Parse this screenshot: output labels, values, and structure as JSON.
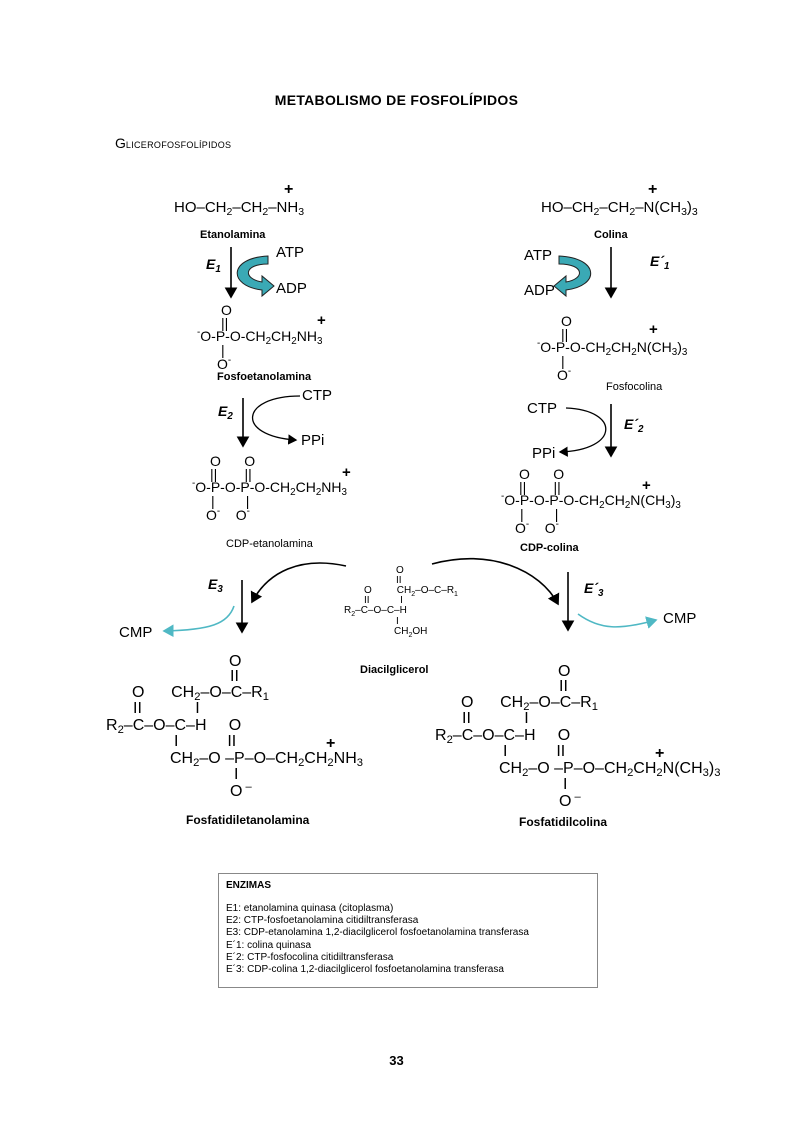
{
  "page_title": "METABOLISMO DE FOSFOLÍPIDOS",
  "section": {
    "initial": "G",
    "rest": "LICEROFOSFOLÍPIDOS"
  },
  "left": {
    "substrate_formula": "HO–CH₂–CH₂–NH₃",
    "substrate_name": "Etanolamina",
    "e1": "E₁",
    "atp": "ATP",
    "adp": "ADP",
    "product1_name": "Fosfoetanolamina",
    "e2": "E₂",
    "ctp": "CTP",
    "ppi": "PPi",
    "product2_name": "CDP-etanolamina",
    "e3": "E₃",
    "cmp": "CMP",
    "final_name": "Fosfatidiletanolamina"
  },
  "right": {
    "substrate_formula": "HO–CH₂–CH₂–N(CH₃)₃",
    "substrate_name": "Colina",
    "e1": "E´₁",
    "atp": "ATP",
    "adp": "ADP",
    "product1_name": "Fosfocolina",
    "e2": "E´₂",
    "ctp": "CTP",
    "ppi": "PPi",
    "product2_name": "CDP-colina",
    "e3": "E´₃",
    "cmp": "CMP",
    "final_name": "Fosfatidilcolina"
  },
  "diacylglycerol_name": "Diacilglicerol",
  "enzymes": {
    "title": "ENZIMAS",
    "items": [
      "E1: etanolamina quinasa (citoplasma)",
      "E2: CTP-fosfoetanolamina citidiltransferasa",
      "E3: CDP-etanolamina 1,2-diacilglicerol fosfoetanolamina transferasa",
      "E´1: colina quinasa",
      "E´2: CTP-fosfocolina citidiltransferasa",
      "E´3: CDP-colina 1,2-diacilglicerol fosfoetanolamina transferasa"
    ]
  },
  "page_number": "33",
  "colors": {
    "atp_arrow": "#3aa9b5",
    "cmp_arrow": "#4fb8c4"
  }
}
